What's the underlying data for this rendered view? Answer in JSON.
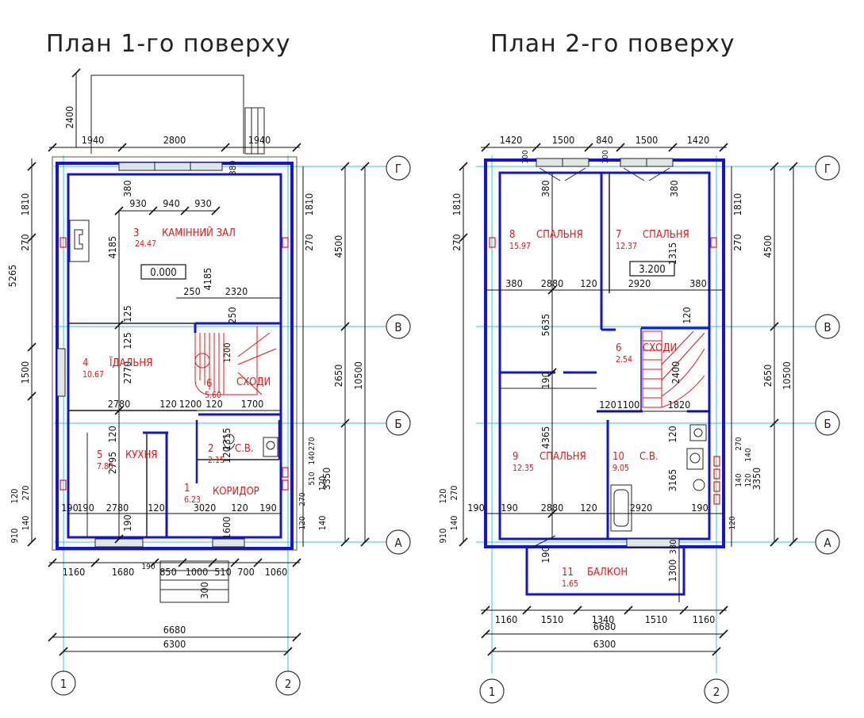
{
  "titles": {
    "floor1": "План 1-го поверху",
    "floor2": "План 2-го поверху"
  },
  "axes": {
    "rows": [
      "Г",
      "В",
      "Б",
      "А"
    ],
    "cols": [
      "1",
      "2"
    ]
  },
  "floor1": {
    "rooms": [
      {
        "num": "1",
        "name": "КОРИДОР",
        "area": "6.23"
      },
      {
        "num": "2",
        "name": "С.В.",
        "area": "2.15"
      },
      {
        "num": "3",
        "name": "КАМІННИЙ ЗАЛ",
        "area": "24.47"
      },
      {
        "num": "4",
        "name": "ЇДАЛЬНЯ",
        "area": "10.67"
      },
      {
        "num": "5",
        "name": "КУХНЯ",
        "area": "7.85"
      },
      {
        "num": "6",
        "name": "СХОДИ",
        "area": "5.60"
      }
    ],
    "level": "0.000",
    "dims_top": [
      "1940",
      "2800",
      "1940"
    ],
    "dim_2400": "2400",
    "dims_fireplace": [
      "930",
      "940",
      "930"
    ],
    "dims_bottom": [
      "1160",
      "1680",
      "190",
      "850",
      "1000",
      "510",
      "700",
      "1060"
    ],
    "dims_inner_row": [
      "190",
      "190",
      "2780",
      "120",
      "3020",
      "120",
      "190"
    ],
    "dims_middle": [
      "2780",
      "120",
      "1200",
      "120",
      "1700"
    ],
    "dims_misc": [
      "250",
      "2320",
      "300",
      "380",
      "380"
    ],
    "dims_vertical": [
      "4185",
      "4185",
      "125",
      "125",
      "2770",
      "2795",
      "120",
      "120",
      "1315",
      "1200",
      "1600",
      "250",
      "190"
    ],
    "dims_left": [
      "1810",
      "270",
      "5265",
      "1500",
      "120",
      "270",
      "140",
      "910"
    ],
    "dims_right": [
      "1810",
      "270",
      "4500",
      "2650",
      "10500",
      "3350",
      "140",
      "120",
      "140",
      "510",
      "270",
      "120",
      "270"
    ],
    "overall": [
      "6680",
      "6300"
    ]
  },
  "floor2": {
    "rooms": [
      {
        "num": "6",
        "name": "СХОДИ",
        "area": "2.54"
      },
      {
        "num": "7",
        "name": "СПАЛЬНЯ",
        "area": "12.37"
      },
      {
        "num": "8",
        "name": "СПАЛЬНЯ",
        "area": "15.97"
      },
      {
        "num": "9",
        "name": "СПАЛЬНЯ",
        "area": "12.35"
      },
      {
        "num": "10",
        "name": "С.В.",
        "area": "9.05"
      },
      {
        "num": "11",
        "name": "БАЛКОН",
        "area": "1.65"
      }
    ],
    "level": "3.200",
    "dims_top": [
      "1420",
      "1500",
      "840",
      "1500",
      "1420"
    ],
    "dims_top_small": [
      "100",
      "100"
    ],
    "dims_row": [
      "380",
      "2880",
      "120",
      "2920",
      "380"
    ],
    "dims_row2": [
      "190",
      "190",
      "2880",
      "120",
      "2920",
      "190"
    ],
    "dims_middle": [
      "120",
      "1100",
      "1820"
    ],
    "dims_bottom": [
      "1160",
      "1510",
      "1340",
      "1510",
      "1160"
    ],
    "dims_vertical": [
      "380",
      "380",
      "5635",
      "4365",
      "3165",
      "1300",
      "1315",
      "2400",
      "120",
      "120",
      "190",
      "190",
      "380"
    ],
    "dims_left": [
      "1810",
      "270",
      "120",
      "270",
      "140",
      "910"
    ],
    "dims_right": [
      "1810",
      "270",
      "4500",
      "2650",
      "10500",
      "3350",
      "140",
      "120",
      "270",
      "140",
      "120"
    ],
    "overall": [
      "6680",
      "6300"
    ]
  }
}
